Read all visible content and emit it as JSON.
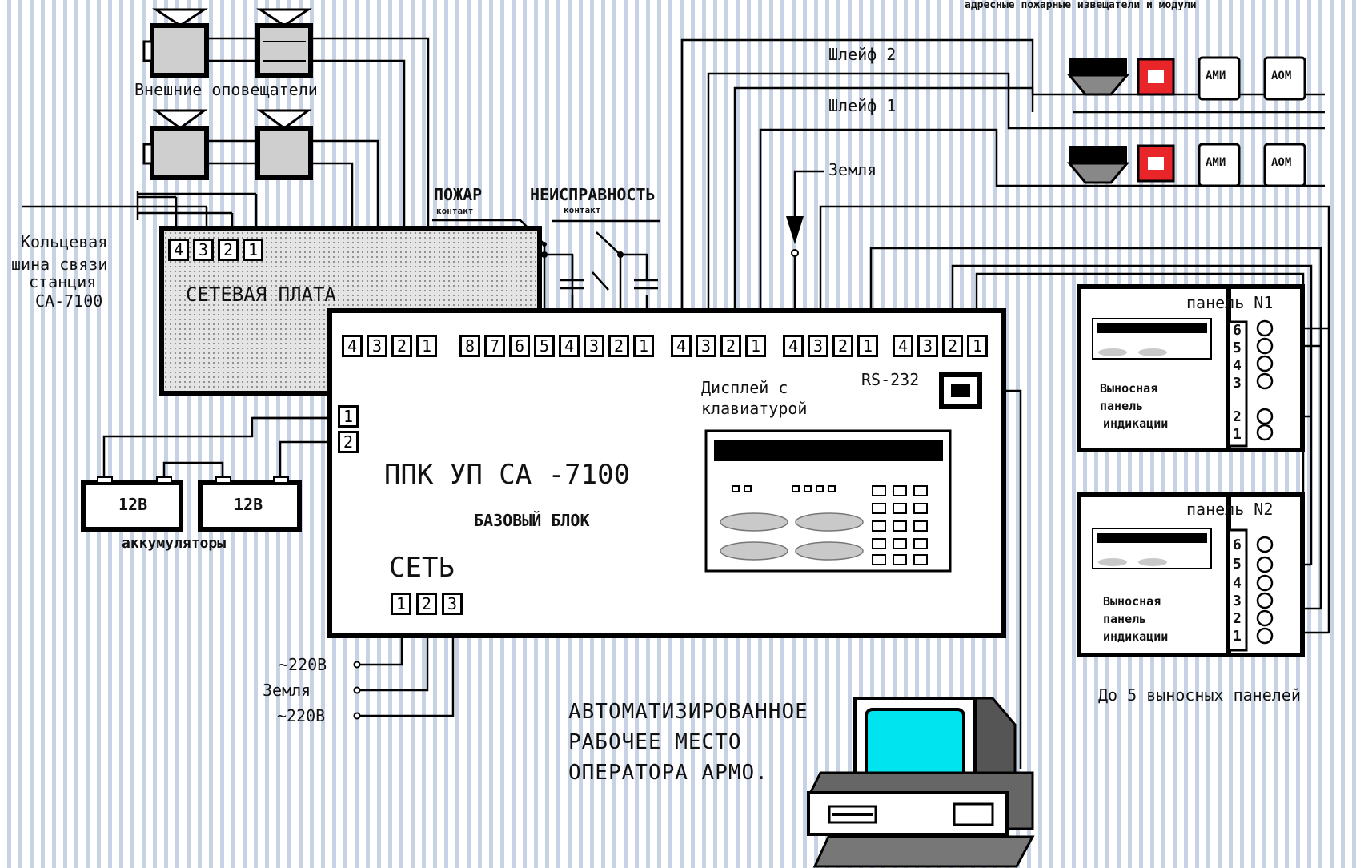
{
  "header_text": "адресные пожарные извещатели и модули",
  "speakers_label": "Внешние оповещатели",
  "ring_bus_label": [
    "Кольцевая",
    "шина связи",
    "станция",
    "СА-7100"
  ],
  "network_board": {
    "label": "СЕТЕВАЯ ПЛАТА",
    "terminals": [
      "4",
      "3",
      "2",
      "1"
    ]
  },
  "contacts": {
    "fire_label": "ПОЖАР",
    "fire_sub": "контакт",
    "fault_label": "НЕИСПРАВНОСТЬ",
    "fault_sub": "контакт"
  },
  "loops": {
    "loop2": "Шлейф 2",
    "loop1": "Шлейф 1",
    "ground": "Земля"
  },
  "detector_labels": {
    "ami": "АМИ",
    "aom": "АОМ"
  },
  "base_unit": {
    "title": "ППК УП СА -7100",
    "subtitle": "БАЗОВЫЙ БЛОК",
    "display_label": [
      "Дисплей с",
      "клавиатурой"
    ],
    "rs232": "RS-232",
    "net_label": "СЕТЬ",
    "group_a": [
      "4",
      "3",
      "2",
      "1"
    ],
    "group_b": [
      "8",
      "7",
      "6",
      "5",
      "4",
      "3",
      "2",
      "1"
    ],
    "group_c": [
      "4",
      "3",
      "2",
      "1"
    ],
    "group_d": [
      "4",
      "3",
      "2",
      "1"
    ],
    "group_e": [
      "4",
      "3",
      "2",
      "1"
    ],
    "battery_terms": [
      "1",
      "2"
    ],
    "net_terms": [
      "1",
      "2",
      "3"
    ]
  },
  "batteries": {
    "b1": "12В",
    "b2": "12В",
    "label": "аккумуляторы"
  },
  "power_inputs": [
    "~220В",
    "Земля",
    "~220В"
  ],
  "panels": [
    {
      "title": "панель N1",
      "label": [
        "Выносная",
        "панель",
        "индикации"
      ],
      "terms": [
        "6",
        "5",
        "4",
        "3",
        "2",
        "1"
      ]
    },
    {
      "title": "панель N2",
      "label": [
        "Выносная",
        "панель",
        "индикации"
      ],
      "terms": [
        "6",
        "5",
        "4",
        "3",
        "2",
        "1"
      ]
    }
  ],
  "panels_note": "До 5 выносных панелей",
  "workstation": [
    "АВТОМАТИЗИРОВАННОЕ",
    "РАБОЧЕЕ МЕСТО",
    "ОПЕРАТОРА  АРМО."
  ],
  "colors": {
    "stripe": "#c7d2e4",
    "monitor_screen": "#00e4f0",
    "manual_call_point": "#e8262a",
    "board_fill": "#d9d9d9"
  }
}
